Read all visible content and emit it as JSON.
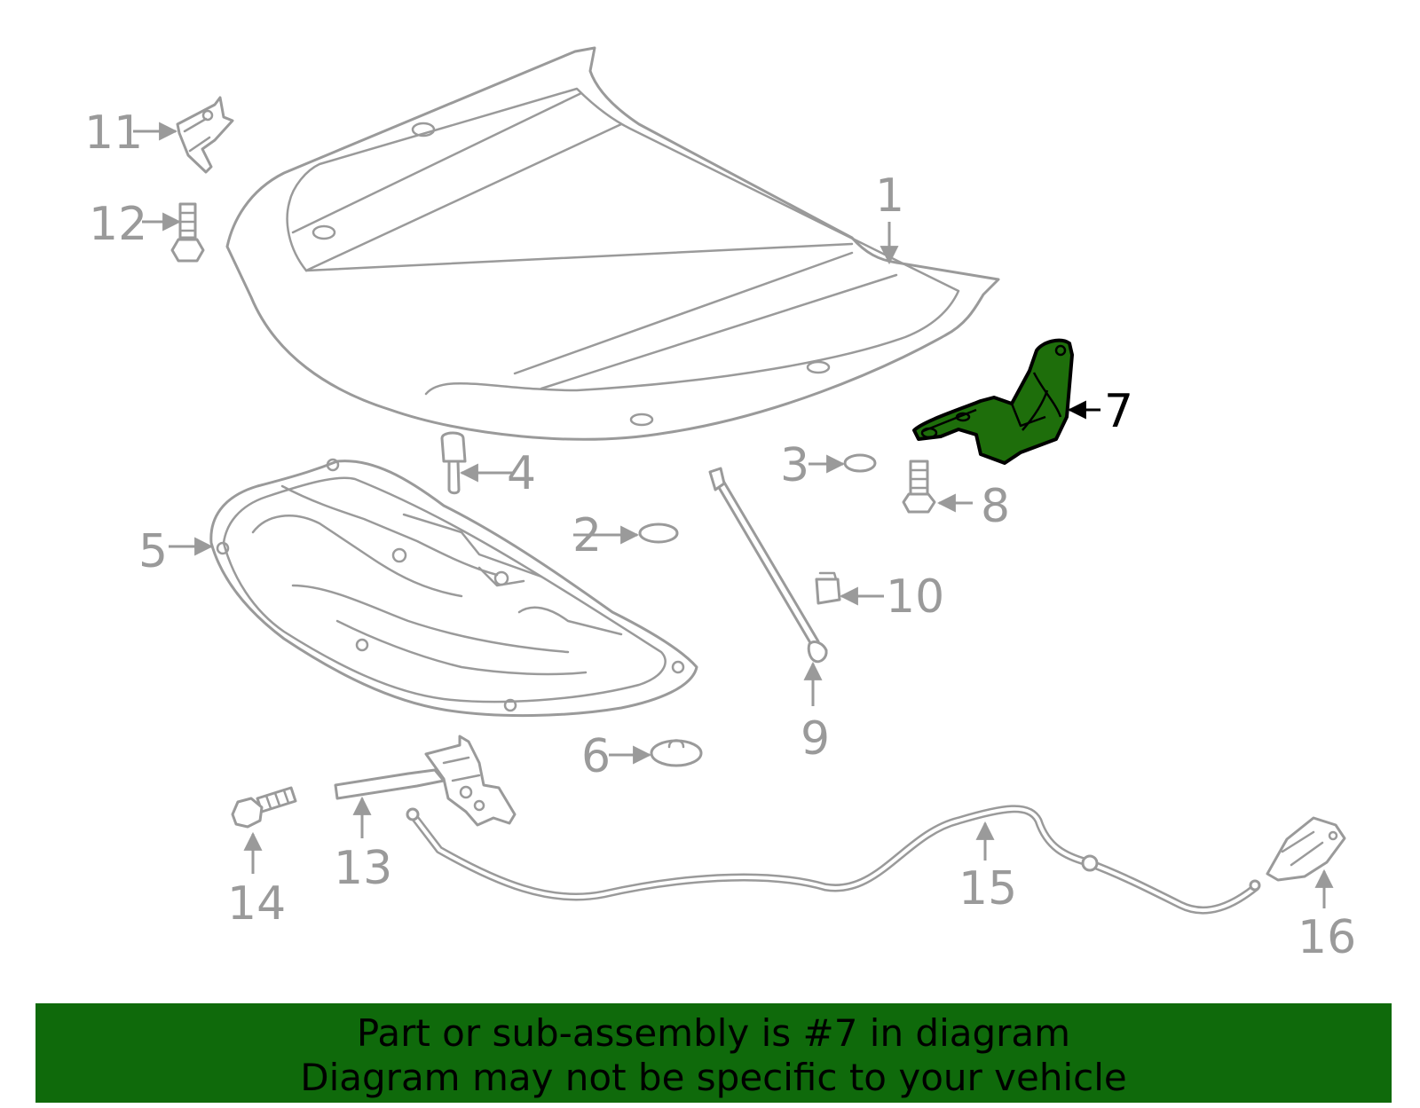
{
  "highlight_color": "#1e6e0b",
  "line_color": "#9a9a9a",
  "callouts": {
    "c1": "1",
    "c2": "2",
    "c3": "3",
    "c4": "4",
    "c5": "5",
    "c6": "6",
    "c7": "7",
    "c8": "8",
    "c9": "9",
    "c10": "10",
    "c11": "11",
    "c12": "12",
    "c13": "13",
    "c14": "14",
    "c15": "15",
    "c16": "16"
  },
  "highlighted_part": "7",
  "banner": {
    "line1": "Part or sub-assembly is #7 in diagram",
    "line2": "Diagram may not be specific to your vehicle"
  }
}
